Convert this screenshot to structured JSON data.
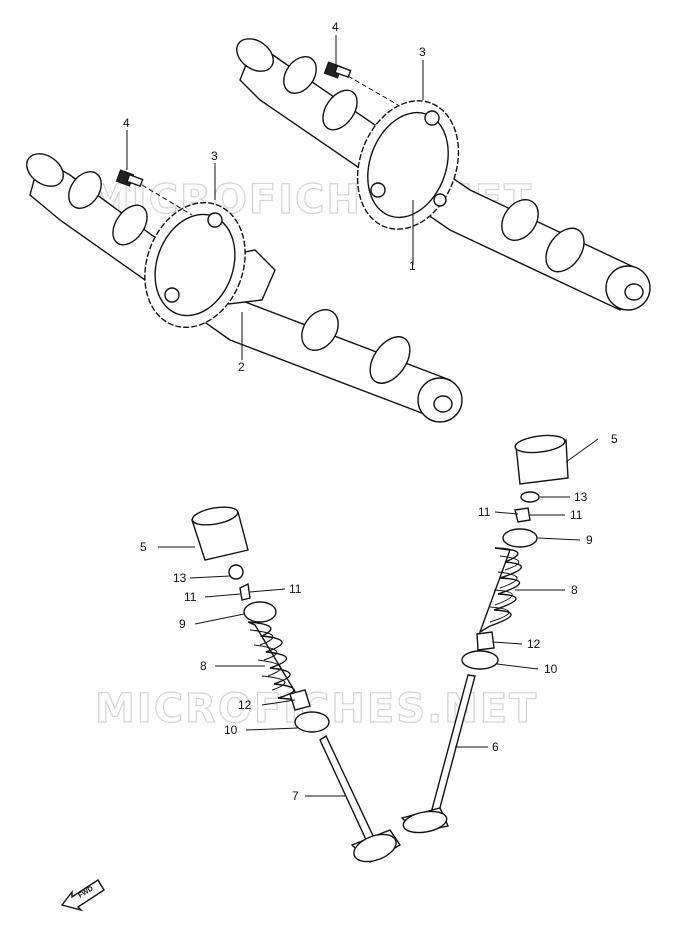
{
  "watermark": {
    "top": "MICROFICHES.NET",
    "bottom": "MICROFICHES.NET"
  },
  "callouts": {
    "c1": "1",
    "c2": "2",
    "c3a": "3",
    "c3b": "3",
    "c4a": "4",
    "c4b": "4",
    "c5a": "5",
    "c5b": "5",
    "c6": "6",
    "c7": "7",
    "c8a": "8",
    "c8b": "8",
    "c9a": "9",
    "c9b": "9",
    "c10a": "10",
    "c10b": "10",
    "c11a": "11",
    "c11b": "11",
    "c11c": "11",
    "c11d": "11",
    "c12a": "12",
    "c12b": "12",
    "c13a": "13",
    "c13b": "13"
  },
  "fwd_label": "FWD"
}
